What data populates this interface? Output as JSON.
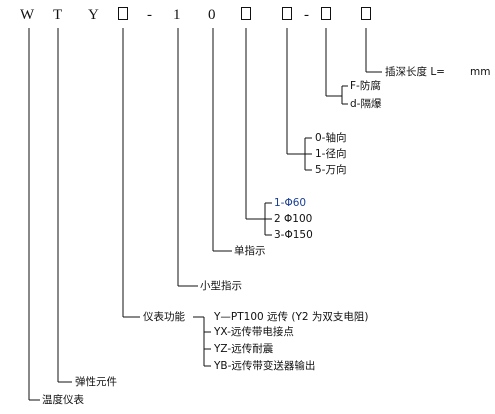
{
  "code": {
    "c1": "W",
    "c2": "T",
    "c3": "Y",
    "dash1": "-",
    "c5": "1",
    "c6": "0",
    "dash2": "-"
  },
  "labels": {
    "insertion_length": "插深长度 L=",
    "unit": "mm",
    "option_f": "F-防腐",
    "option_d": "d-隔爆",
    "dir_0": "0-轴向",
    "dir_1": "1-径向",
    "dir_5": "5-万向",
    "dia_1": "1-Φ60",
    "dia_2": "2 Φ100",
    "dia_3": "3-Φ150",
    "single_indicator": "单指示",
    "small_indicator": "小型指示",
    "function_title": "仪表功能",
    "func_y": "Y—PT100 远传 (Y2 为双支电阻)",
    "func_yx": "YX-远传带电接点",
    "func_yz": "YZ-远传耐震",
    "func_yb": "YB-远传带变送器输出",
    "elastic_element": "弹性元件",
    "thermometer": "温度仪表"
  },
  "colors": {
    "ink": "#111111",
    "accent": "#1b3f95"
  }
}
